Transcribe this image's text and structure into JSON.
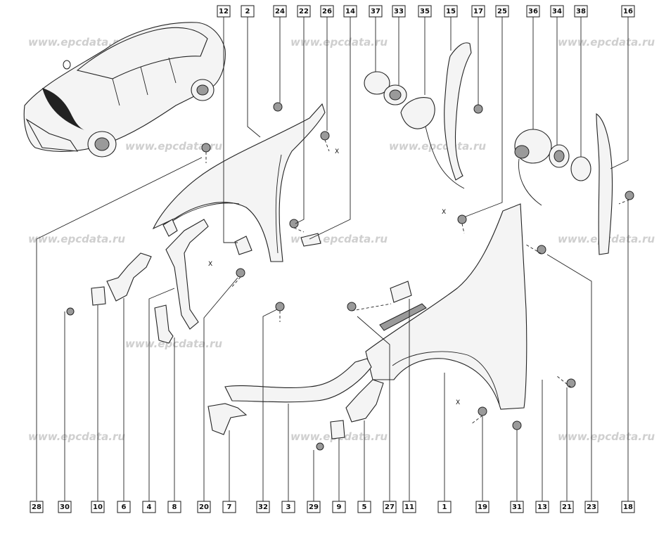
{
  "watermark": "www.epcdata.ru",
  "x_label": "X",
  "labels": {
    "top": [
      "12",
      "2",
      "24",
      "22",
      "26",
      "14",
      "37",
      "33",
      "35",
      "15",
      "17",
      "25",
      "36",
      "34",
      "38",
      "16"
    ],
    "bottom": [
      "28",
      "30",
      "10",
      "6",
      "4",
      "8",
      "20",
      "7",
      "32",
      "3",
      "29",
      "9",
      "5",
      "27",
      "11",
      "1",
      "19",
      "31",
      "13",
      "21",
      "23",
      "18"
    ]
  }
}
